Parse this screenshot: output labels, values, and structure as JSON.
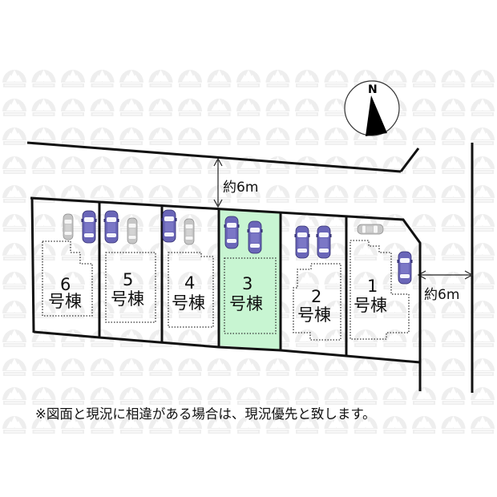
{
  "compass": {
    "label": "N",
    "icon": "north-arrow-icon"
  },
  "road_top": {
    "width_label": "約6m"
  },
  "road_right": {
    "width_label": "約6m"
  },
  "lots": [
    {
      "id": "6",
      "number": "6",
      "suffix": "号棟",
      "highlighted": false
    },
    {
      "id": "5",
      "number": "5",
      "suffix": "号棟",
      "highlighted": false
    },
    {
      "id": "4",
      "number": "4",
      "suffix": "号棟",
      "highlighted": false
    },
    {
      "id": "3",
      "number": "3",
      "suffix": "号棟",
      "highlighted": true
    },
    {
      "id": "2",
      "number": "2",
      "suffix": "号棟",
      "highlighted": false
    },
    {
      "id": "1",
      "number": "1",
      "suffix": "号棟",
      "highlighted": false
    }
  ],
  "note": "※図面と現況に相違がある場合は、現況優先と致します。",
  "colors": {
    "highlight_fill": "#c8f5d2",
    "car_primary": "#6a66b8",
    "car_primary_dark": "#3f3a86",
    "car_secondary": "#b8b8b8",
    "watermark": "#efefef",
    "line": "#111111"
  }
}
